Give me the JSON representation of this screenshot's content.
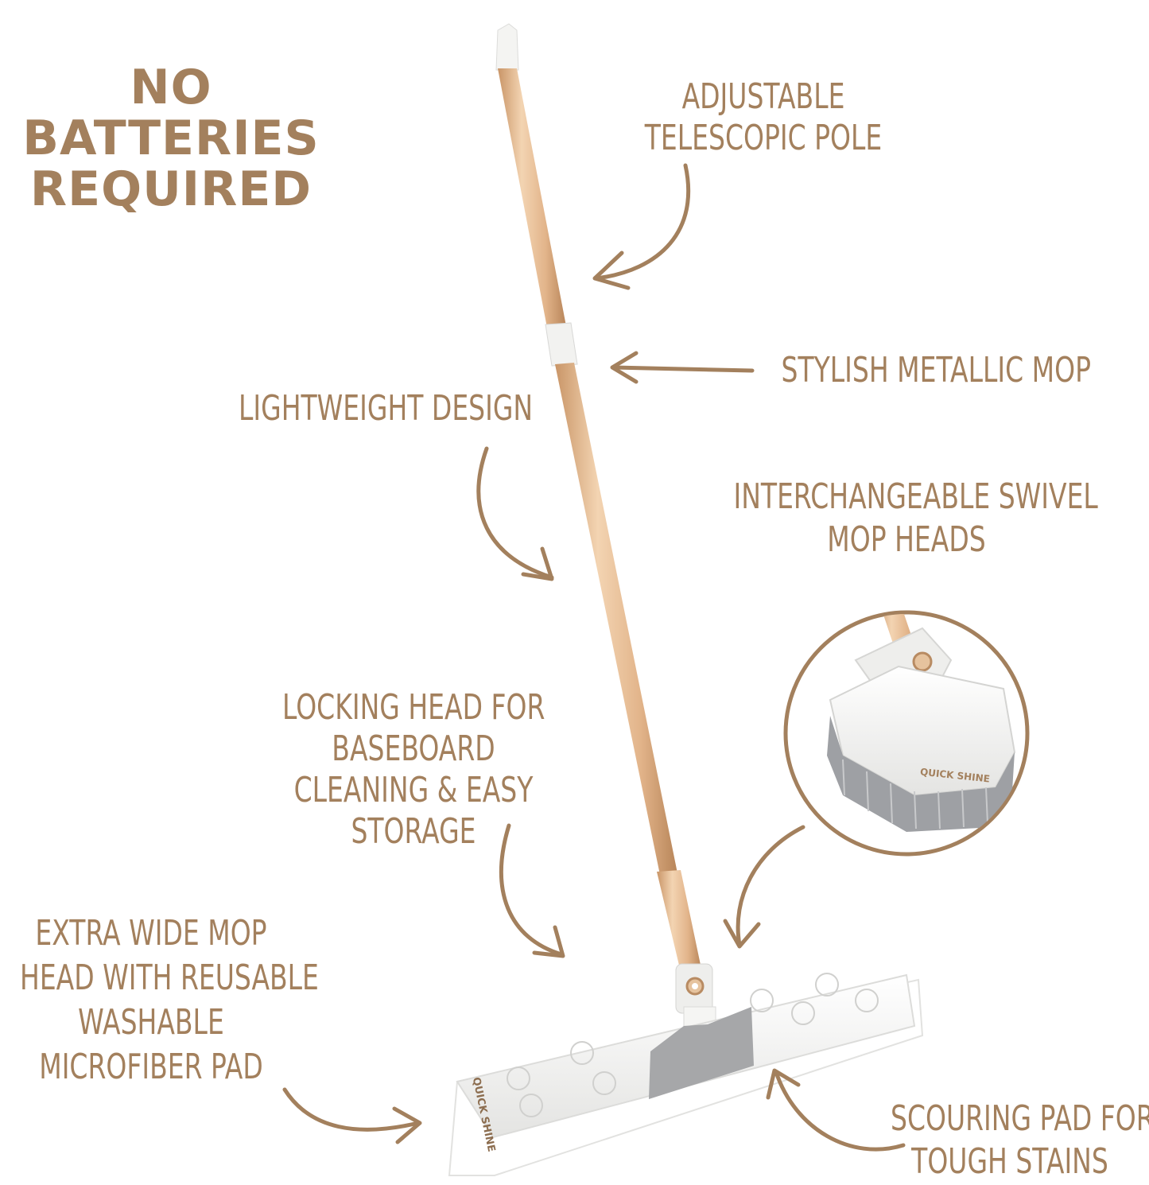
{
  "headline": {
    "line1": "NO",
    "line2": "BATTERIES",
    "line3": "REQUIRED"
  },
  "callouts": {
    "telescopic": {
      "line1": "ADJUSTABLE",
      "line2": "TELESCOPIC POLE"
    },
    "metallic": {
      "line1": "STYLISH METALLIC MOP"
    },
    "lightweight": {
      "line1": "LIGHTWEIGHT DESIGN"
    },
    "swivel": {
      "line1": "INTERCHANGEABLE SWIVEL",
      "line2": "MOP HEADS"
    },
    "locking": {
      "line1": "LOCKING HEAD FOR",
      "line2": "BASEBOARD",
      "line3": "CLEANING & EASY",
      "line4": "STORAGE"
    },
    "wide": {
      "line1": "EXTRA WIDE MOP",
      "line2": "HEAD WITH REUSABLE",
      "line3": "WASHABLE",
      "line4": "MICROFIBER PAD"
    },
    "scouring": {
      "line1": "SCOURING PAD FOR",
      "line2": "TOUGH STAINS"
    }
  },
  "brand": {
    "mop_head": "QUICK SHINE",
    "brush_head": "QUICK SHINE"
  },
  "colors": {
    "accent": "#a3805d",
    "pole": "#e3b98f",
    "plastic": "#f1f1f0",
    "bristles": "#9ea0a4"
  }
}
